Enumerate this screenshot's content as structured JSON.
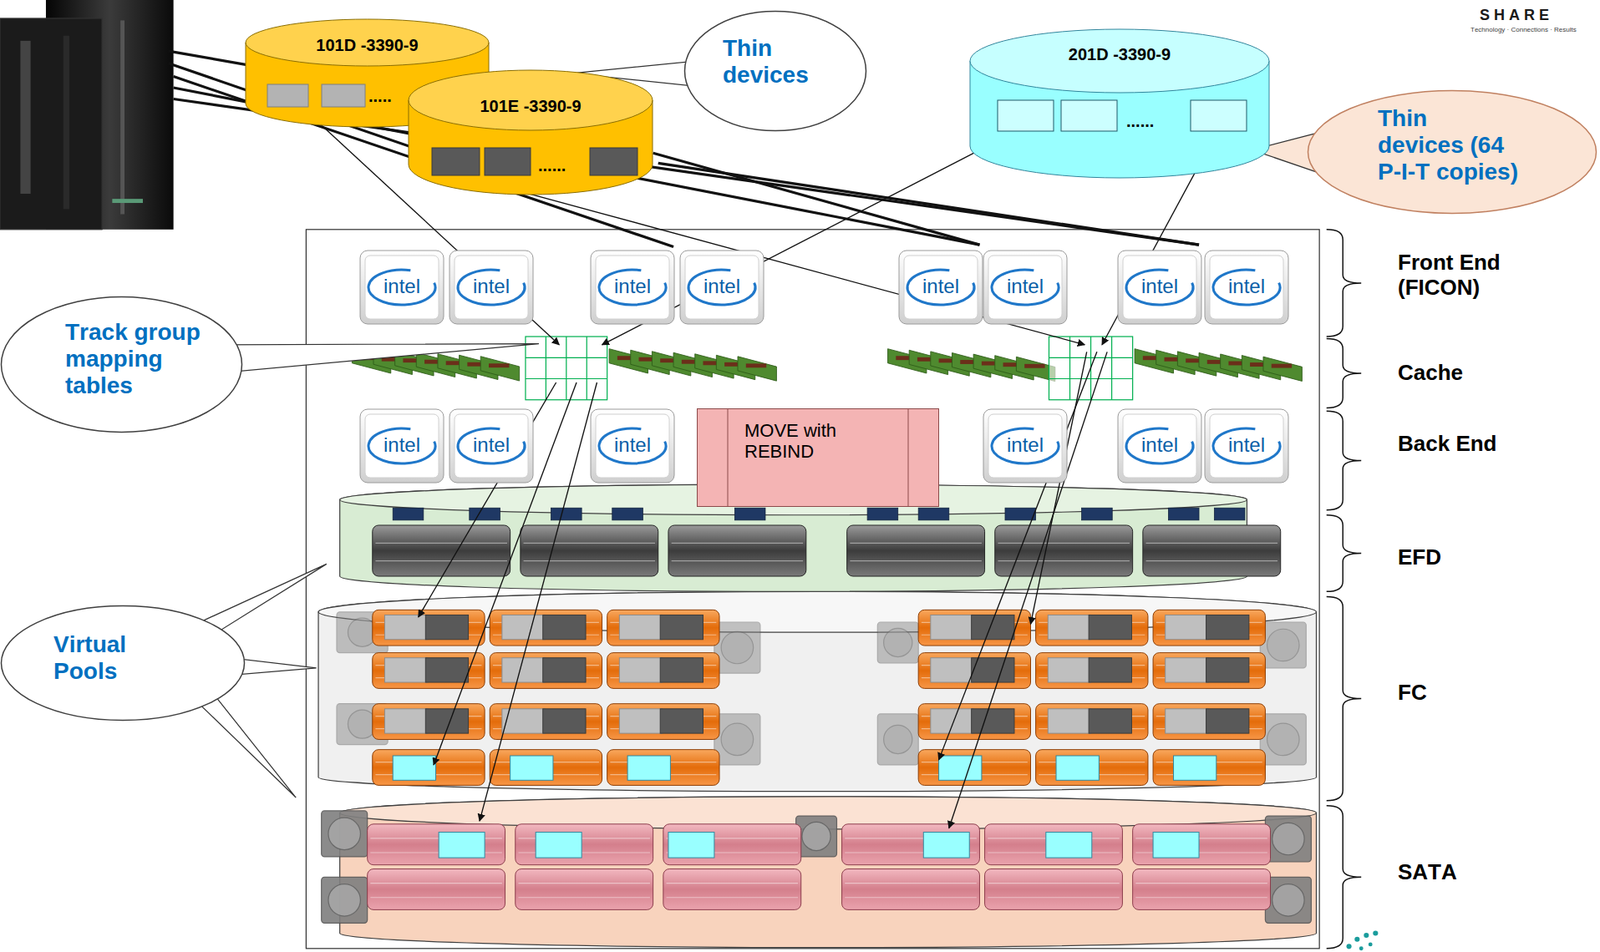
{
  "diagram": {
    "nodes": [
      {
        "text": [
          "101D -3390-9",
          "....."
        ]
      },
      {
        "text": [
          "101E -3390-9",
          "......"
        ]
      },
      {
        "text": [
          "Thin devices"
        ]
      },
      {
        "text": [
          "201D -3390-9",
          "......"
        ]
      },
      {
        "text": [
          "Thin devices (64 P-I-T copies)"
        ]
      },
      {
        "text": [
          "intel"
        ]
      },
      {
        "text": [
          "intel"
        ]
      },
      {
        "text": [
          "intel"
        ]
      },
      {
        "text": [
          "intel"
        ]
      },
      {
        "text": [
          "intel"
        ]
      },
      {
        "text": [
          "intel"
        ]
      },
      {
        "text": [
          "intel"
        ]
      },
      {
        "text": [
          "intel"
        ]
      },
      {
        "text": [
          "Track group mapping tables"
        ]
      },
      {
        "text": [
          "intel"
        ]
      },
      {
        "text": [
          "intel"
        ]
      },
      {
        "text": [
          "intel"
        ]
      },
      {
        "text": [
          "MOVE with REBIND"
        ]
      },
      {
        "text": [
          "intel"
        ]
      },
      {
        "text": [
          "intel"
        ]
      },
      {
        "text": [
          "intel"
        ]
      },
      {
        "text": [
          "Virtual Pools"
        ]
      }
    ],
    "labels": [
      "SHARE",
      "Technology · Connections · Results",
      "Front End (FICON)",
      "Cache",
      "Back End",
      "EFD",
      "FC",
      "SATA"
    ]
  }
}
